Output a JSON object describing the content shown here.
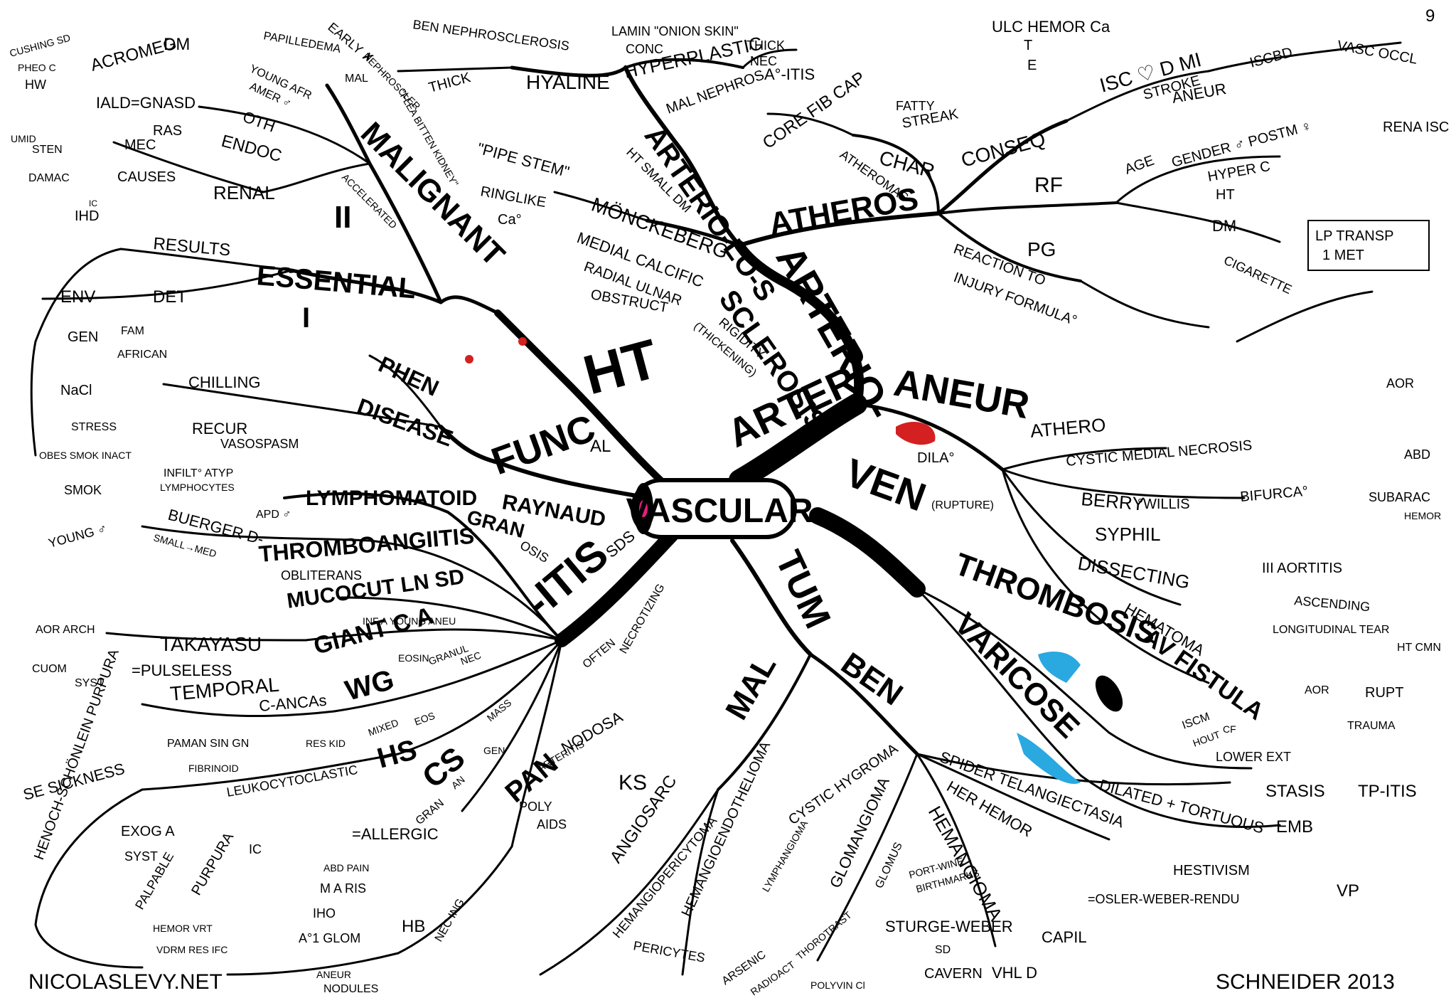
{
  "center": {
    "label": "VASCULAR"
  },
  "colors": {
    "arter": "#d42020",
    "ven": "#2aa8e0",
    "itis": "#f2b51e",
    "ink": "#000000",
    "center_dot": "#e0207a"
  },
  "main_branches": {
    "arter": "ARTER",
    "arterio": "ARTERIO-",
    "sclerosis": "SCLEROSIS",
    "arterio_lo_s": "ARTERIO-LO-S",
    "atheros": "ATHEROS",
    "ht": "HT",
    "func": "FUNC",
    "func_sup": "AL",
    "malignant": "MALIGNANT",
    "essential": "ESSENTIAL",
    "essential_num": "I",
    "malignant_num": "II",
    "aneur": "ANEUR",
    "ven": "VEN",
    "tum": "TUM",
    "itis": "-ITIS",
    "itis_sup": "SDS",
    "thrombosis": "THROMBOSIS",
    "varicose": "VARICOSE",
    "ben": "BEN",
    "mal": "MAL"
  },
  "labels": {
    "hyaline": "HYALINE",
    "hyperplastic": "HYPERPLASTIC",
    "lamin": "LAMIN \"ONION SKIN\"",
    "conc": "CONC",
    "thick1": "THICK",
    "nec": "NEC",
    "a_itis": "A°-ITIS",
    "mal_nephros": "MAL NEPHROS",
    "ben_nephro": "BEN NEPHROSCLEROSIS",
    "thick2": "THICK",
    "pipe_stem": "\"PIPE STEM\"",
    "ht_small_dm": "HT SMALL DM",
    "ringlike": "RINGLIKE",
    "ca": "Ca°",
    "monckeberg": "MÖNCKEBERG",
    "medial_calcific": "MEDIAL CALCIFIC",
    "radial_ulnar": "RADIAL ULNAR",
    "obstruct": "OBSTRUCT",
    "rigidity": "RIGIDITY",
    "thickening": "(THICKENING)",
    "ulc": "ULC HEMOR Ca",
    "t": "T",
    "e": "E",
    "core": "CORE FIB CAP",
    "fatty": "FATTY",
    "streak": "STREAK",
    "char": "CHAR",
    "atheromas": "ATHEROMAS",
    "conseq": "CONSEQ",
    "isc_mi": "ISC ♡ D MI",
    "stroke": "STROKE",
    "iscbd": "ISCBD",
    "vasc_occl": "VASC OCCL",
    "aneur2": "ANEUR",
    "renal_isc": "RENA ISC",
    "num9": "9",
    "rf": "RF",
    "age": "AGE",
    "gender": "GENDER ♂ POSTM ♀",
    "hyper_c": "HYPER C",
    "ht2": "HT",
    "dm": "DM",
    "cigarette": "CIGARETTE",
    "lp_transp": "LP TRANSP",
    "met": "1 MET",
    "pg": "PG",
    "reaction": "REACTION TO",
    "injury": "INJURY FORMULA°",
    "cushing": "CUSHING SD",
    "pheoc": "PHEO C",
    "hw": "HW",
    "acromeg": "ACROMEG",
    "dm2": "DM",
    "iald": "IALD=GNASD",
    "papilledema": "PAPILLEDEMA",
    "early": "EARLY ✗",
    "mal2": "MAL",
    "nephroscler": "NEPHROSCLER",
    "young_afr": "YOUNG AFR",
    "amer": "AMER ♂",
    "oth": "OTH",
    "flea": "\"FLEA BITTEN KIDNEY\"",
    "ras": "RAS",
    "mec": "MEC",
    "endoc": "ENDOC",
    "renal": "RENAL",
    "causes": "CAUSES",
    "umid": "UMID",
    "sten": "STEN",
    "damac": "DAMAC",
    "accelerated": "ACCELERATED",
    "ihd": "IHD",
    "ic": "IC",
    "results": "RESULTS",
    "det": "DET",
    "env": "ENV",
    "gen": "GEN",
    "fam": "FAM",
    "african": "AFRICAN",
    "nacl": "NaCl",
    "stress": "STRESS",
    "obes": "OBES SMOK INACT",
    "chilling": "CHILLING",
    "phen": "PHEN",
    "disease": "DISEASE",
    "recur": "RECUR",
    "vasospasm": "VASOSPASM",
    "raynaud": "RAYNAUD",
    "infilt": "INFILT° ATYP",
    "lymphocytes": "LYMPHOCYTES",
    "lymphomatoid": "LYMPHOMATOID",
    "gran": "GRAN",
    "osis": "OSIS",
    "smok": "SMOK",
    "young2": "YOUNG ♂",
    "buerger": "BUERGER D-",
    "small_med": "SMALL→MED",
    "apd": "APD ♂",
    "thromboangiitis": "THROMBOANGIITIS",
    "obliterans": "OBLITERANS",
    "mucocut": "MUCOCUT LN SD",
    "inf": "INF A YOUNG ANEU",
    "aor_arch": "AOR ARCH",
    "takayasu": "TAKAYASU",
    "pulseless": "=PULSELESS",
    "giant_ca": "GIANT C A",
    "wg": "WG",
    "eosin": "EOSIN",
    "granul": "GRANUL",
    "nec2": "NEC",
    "c_ancas": "C-ANCAs",
    "cuom": "CUOM",
    "syst": "SYST",
    "temporal": "TEMPORAL",
    "paman": "PAMAN SIN GN",
    "res_kid": "RES KID",
    "fibrinoid": "FIBRINOID",
    "nec3": "NEC",
    "hs": "HS",
    "mixed": "MIXED",
    "eos": "EOS",
    "cs": "CS",
    "mass": "MASS",
    "gen2": "GEN",
    "se_sickness": "SE SICKNESS",
    "leukocytoclastic": "LEUKOCYTOCLASTIC",
    "henoch": "HENOCH-SCHÖNLEIN PURPURA",
    "exog": "EXOG A",
    "syst2": "SYST",
    "purpura": "PURPURA",
    "palpable": "PALPABLE",
    "hemor_vrt": "HEMOR VRT",
    "vdrm": "VDRM RES IFC",
    "ic2": "IC",
    "allergic": "=ALLERGIC",
    "gran2": "GRAN",
    "an": "AN",
    "poly": "POLY",
    "pan": "PAN",
    "nodosa": "NODOSA",
    "arteritis": "ARTERITIS",
    "abd_pain": "ABD PAIN",
    "ma_ris": "M A RIS",
    "iho": "IHO",
    "a2gom": "A°1 GLOM",
    "hb": "HB",
    "nec_ing": "NEC ING",
    "aneur3": "ANEUR",
    "nodules": "NODULES",
    "often": "OFTEN",
    "necrotizing": "NECROTIZING",
    "aor": "AOR",
    "abd": "ABD",
    "athero": "ATHERO",
    "cystic_medial": "CYSTIC MEDIAL NECROSIS",
    "dila": "DILA°",
    "rupture": "(RUPTURE)",
    "berry": "BERRY",
    "willis": "°WILLIS",
    "bifurca": "BIFURCA°",
    "subarac": "SUBARAC",
    "hemor": "HEMOR",
    "syphil": "SYPHIL",
    "dissecting": "DISSECTING",
    "iii_aortitis": "III AORTITIS",
    "ascending": "ASCENDING",
    "hematoma": "HEMATOMA",
    "longitudinal": "LONGITUDINAL TEAR",
    "ht_cmn": "HT CMN",
    "av_fistula": "AV FISTULA",
    "aor2": "AOR",
    "rupt": "RUPT",
    "trauma": "TRAUMA",
    "iscm": "ISCM",
    "hout": "HOUT",
    "cf": "CF",
    "lower_ext": "LOWER EXT",
    "stasis": "STASIS",
    "tp_itis": "TP-ITIS",
    "emb": "EMB",
    "dilated": "DILATED + TORTUOUS",
    "spider": "SPIDER TELANGIECTASIA",
    "her_hemor": "HER HEMOR",
    "hemangioma": "HEMANGIOMA",
    "glomangioma": "GLOMANGIOMA",
    "glomus": "GLOMUS",
    "cystic_hygroma": "CYSTIC HYGROMA",
    "lymphangioma": "LYMPHANGIOMA",
    "hemangioendothelioma": "HEMANGIOENDOTHELIOMA",
    "hemangiopericytoma": "HEMANGIOPERICYTOMA",
    "angiosarc": "ANGIOSARC",
    "ks": "KS",
    "aids": "AIDS",
    "pericytes": "PERICYTES",
    "arsenic": "ARSENIC",
    "radioact": "RADIOACT",
    "thorotrast": "THOROTRAST",
    "polyvin": "POLYVIN Cl",
    "port_wine": "PORT-WINE",
    "birthmarks": "BIRTHMARKS",
    "sturge": "STURGE-WEBER",
    "sd": "SD",
    "capil": "CAPIL",
    "cavern": "CAVERN",
    "vhl": "VHL D",
    "osler": "=OSLER-WEBER-RENDU",
    "hesitivism": "HESTIVISM",
    "vp": "VP"
  },
  "footer": {
    "left": "NICOLASLEVY.NET",
    "right": "SCHNEIDER 2013"
  }
}
